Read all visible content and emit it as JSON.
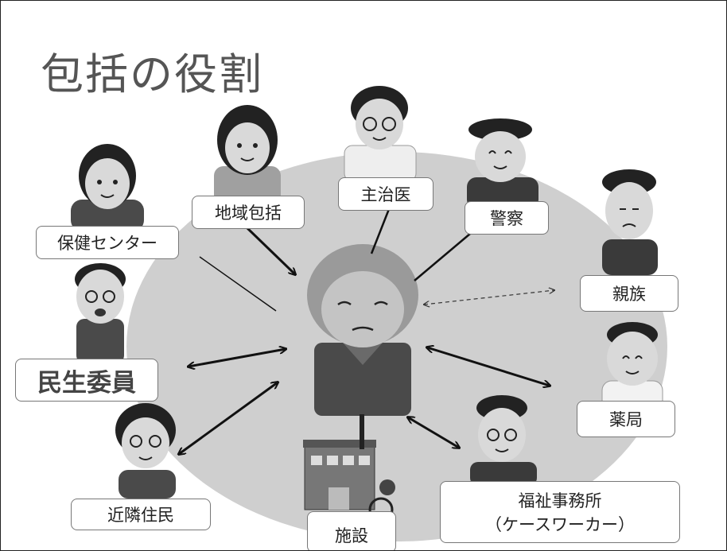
{
  "title": "包括の役割",
  "labels": {
    "hoken": "保健センター",
    "chiiki": "地域包括",
    "shujii": "主治医",
    "keisatsu": "警察",
    "shinzoku": "親族",
    "minsei": "民生委員",
    "yakkyoku": "薬局",
    "kinrin": "近隣住民",
    "shisetsu": "施設",
    "fukushi_line1": "福祉事務所",
    "fukushi_line2": "（ケースワーカー）"
  }
}
